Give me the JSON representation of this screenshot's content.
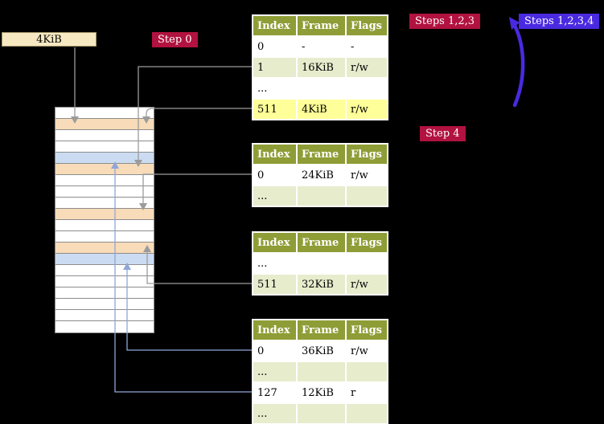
{
  "colors": {
    "background": "#000000",
    "table_header": "#8e9d36",
    "table_row_green": "#e7eccd",
    "table_row_highlight": "#ffff99",
    "memory_table_frame": "#f8dbb8",
    "memory_data_page": "#cbdcf2",
    "badge_red": "#b1123f",
    "badge_violet": "#4a2ae0",
    "arrow_gray": "#9b9b9b",
    "arrow_blue": "#8fa6d8",
    "arrow_violet": "#4a2ae0",
    "frame_box_bg": "#f6e9c2"
  },
  "labels": {
    "frame_box": "4KiB",
    "step0": "Step 0",
    "steps123": "Steps 1,2,3",
    "steps1234": "Steps 1,2,3,4",
    "step4": "Step 4"
  },
  "tables": [
    {
      "id": "t1",
      "name": "page-table-top-level",
      "headers": [
        "Index",
        "Frame",
        "Flags"
      ],
      "rows": [
        {
          "variant": "plain",
          "cells": [
            "0",
            "-",
            "-"
          ]
        },
        {
          "variant": "green",
          "cells": [
            "1",
            "16KiB",
            "r/w"
          ]
        },
        {
          "variant": "plain",
          "cells": [
            "...",
            "",
            ""
          ]
        },
        {
          "variant": "highlight",
          "cells": [
            "511",
            "4KiB",
            "r/w"
          ]
        }
      ]
    },
    {
      "id": "t2",
      "name": "page-table-level-2",
      "headers": [
        "Index",
        "Frame",
        "Flags"
      ],
      "rows": [
        {
          "variant": "plain",
          "cells": [
            "0",
            "24KiB",
            "r/w"
          ]
        },
        {
          "variant": "green",
          "cells": [
            "...",
            "",
            ""
          ]
        }
      ]
    },
    {
      "id": "t3",
      "name": "page-table-level-3",
      "headers": [
        "Index",
        "Frame",
        "Flags"
      ],
      "rows": [
        {
          "variant": "plain",
          "cells": [
            "...",
            "",
            ""
          ]
        },
        {
          "variant": "green",
          "cells": [
            "511",
            "32KiB",
            "r/w"
          ]
        }
      ]
    },
    {
      "id": "t4",
      "name": "page-table-level-4",
      "headers": [
        "Index",
        "Frame",
        "Flags"
      ],
      "rows": [
        {
          "variant": "plain",
          "cells": [
            "0",
            "36KiB",
            "r/w"
          ]
        },
        {
          "variant": "green",
          "cells": [
            "...",
            "",
            ""
          ]
        },
        {
          "variant": "plain",
          "cells": [
            "127",
            "12KiB",
            "r"
          ]
        },
        {
          "variant": "green",
          "cells": [
            "...",
            "",
            ""
          ]
        }
      ]
    }
  ],
  "memory_stack": {
    "rows": [
      "plain",
      "table-frame",
      "plain",
      "plain",
      "data-page",
      "table-frame",
      "plain",
      "plain",
      "plain",
      "table-frame",
      "plain",
      "plain",
      "table-frame",
      "data-page",
      "plain",
      "plain",
      "plain",
      "plain",
      "plain",
      "plain"
    ]
  },
  "arrows": [
    {
      "name": "arrow-root-address-to-table1-frame",
      "color": "#9b9b9b"
    },
    {
      "name": "arrow-table1-entry1-to-table2-frame",
      "color": "#9b9b9b"
    },
    {
      "name": "arrow-table1-entry511-to-table1-frame",
      "color": "#9b9b9b"
    },
    {
      "name": "arrow-table2-entry0-to-table3-frame",
      "color": "#9b9b9b"
    },
    {
      "name": "arrow-table3-entry511-to-table4-frame",
      "color": "#9b9b9b"
    },
    {
      "name": "arrow-table4-entry0-to-36kib-page",
      "color": "#8fa6d8"
    },
    {
      "name": "arrow-table4-entry127-to-12kib-page",
      "color": "#8fa6d8"
    },
    {
      "name": "arrow-steps1234-to-table1",
      "color": "#4a2ae0"
    }
  ]
}
